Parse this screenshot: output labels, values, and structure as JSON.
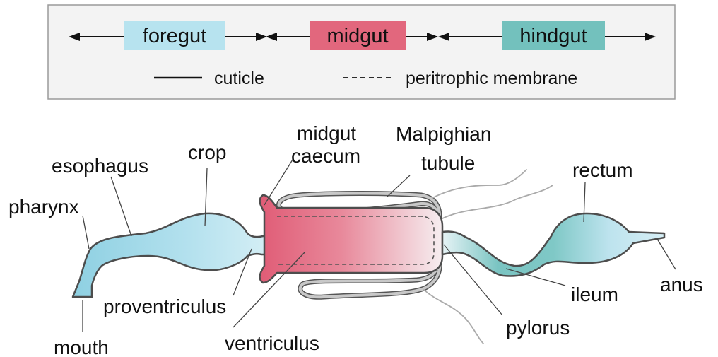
{
  "legend": {
    "regions": [
      {
        "label": "foregut",
        "color": "#b7e3ef"
      },
      {
        "label": "midgut",
        "color": "#e2677d"
      },
      {
        "label": "hindgut",
        "color": "#73c1bd"
      }
    ],
    "line_keys": {
      "solid": "cuticle",
      "dashed": "peritrophic membrane"
    }
  },
  "labels": {
    "pharynx": "pharynx",
    "esophagus": "esophagus",
    "crop": "crop",
    "mouth": "mouth",
    "proventriculus": "proventriculus",
    "midgut_caecum_line1": "midgut",
    "midgut_caecum_line2": "caecum",
    "ventriculus": "ventriculus",
    "malpighian_line1": "Malpighian",
    "malpighian_line2": "tubule",
    "pylorus": "pylorus",
    "rectum": "rectum",
    "ileum": "ileum",
    "anus": "anus"
  },
  "colors": {
    "foregut": "#b7e3ef",
    "midgut": "#e2677d",
    "hindgut": "#73c1bd",
    "outline": "#555555",
    "tubule": "#9a9a9a"
  }
}
